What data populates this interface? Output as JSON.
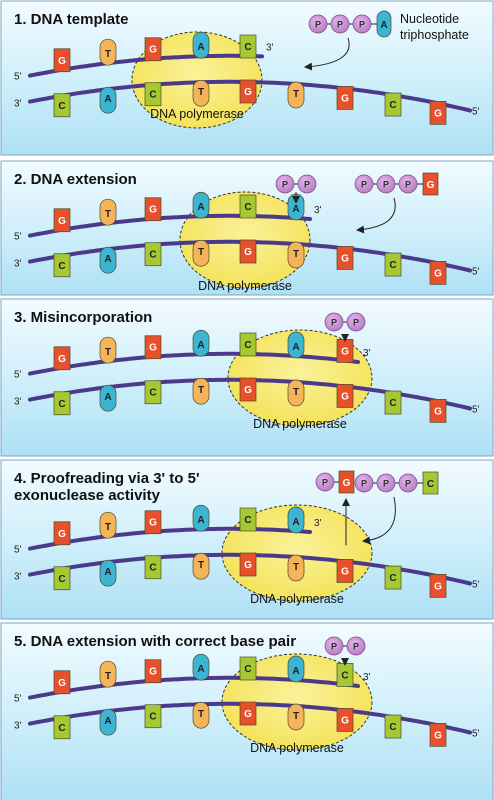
{
  "colors": {
    "G": "#e6502a",
    "C": "#a6c832",
    "A": "#3cb4d2",
    "T": "#f5b35a",
    "strand": "#4b3a8c",
    "polymerase": "#f7eb6e",
    "phosphate": "#c88ed0"
  },
  "labels": {
    "polymerase": "DNA polymerase",
    "five_prime": "5'",
    "three_prime": "3'",
    "phosphate": "P",
    "nucleotide_triphosphate": [
      "Nucleotide",
      "triphosphate"
    ]
  },
  "panels": [
    {
      "title": [
        "1. DNA template"
      ],
      "top_bases": [
        "G",
        "T",
        "G",
        "A",
        "C"
      ],
      "bottom_bases": [
        "C",
        "A",
        "C",
        "T",
        "G",
        "T",
        "G",
        "C",
        "G"
      ],
      "released": "",
      "incoming": [
        "P",
        "P",
        "P",
        "A"
      ]
    },
    {
      "title": [
        "2. DNA extension"
      ],
      "top_bases": [
        "G",
        "T",
        "G",
        "A",
        "C",
        "A"
      ],
      "bottom_bases": [
        "C",
        "A",
        "C",
        "T",
        "G",
        "T",
        "G",
        "C",
        "G"
      ],
      "released": "PP",
      "incoming": [
        "P",
        "P",
        "P",
        "G"
      ]
    },
    {
      "title": [
        "3. Misincorporation"
      ],
      "top_bases": [
        "G",
        "T",
        "G",
        "A",
        "C",
        "A",
        "G"
      ],
      "bottom_bases": [
        "C",
        "A",
        "C",
        "T",
        "G",
        "T",
        "G",
        "C",
        "G"
      ],
      "released": "PP",
      "incoming": []
    },
    {
      "title": [
        "4. Proofreading via 3' to 5'",
        "exonuclease activity"
      ],
      "top_bases": [
        "G",
        "T",
        "G",
        "A",
        "C",
        "A"
      ],
      "bottom_bases": [
        "C",
        "A",
        "C",
        "T",
        "G",
        "T",
        "G",
        "C",
        "G"
      ],
      "released": "PG",
      "incoming": [
        "P",
        "P",
        "P",
        "C"
      ]
    },
    {
      "title": [
        "5. DNA extension with correct base pair"
      ],
      "top_bases": [
        "G",
        "T",
        "G",
        "A",
        "C",
        "A",
        "C"
      ],
      "bottom_bases": [
        "C",
        "A",
        "C",
        "T",
        "G",
        "T",
        "G",
        "C",
        "G"
      ],
      "released": "PP",
      "incoming": []
    }
  ]
}
